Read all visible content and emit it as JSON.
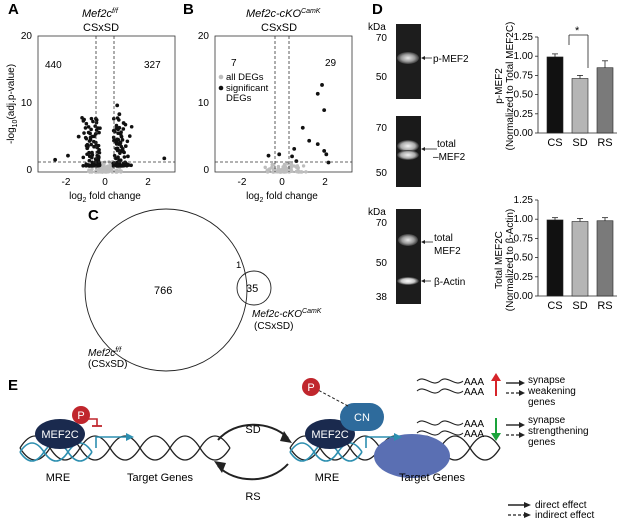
{
  "panels": {
    "A": "A",
    "B": "B",
    "C": "C",
    "D": "D",
    "E": "E"
  },
  "panelA": {
    "title_gene": "Mef2c",
    "title_sup": "f/f",
    "subtitle": "CSxSD",
    "count_left": "440",
    "count_right": "327",
    "ylabel_main": "-log",
    "ylabel_sub": "10",
    "ylabel_rest": "(adj.p-value)",
    "xlabel_main": "log",
    "xlabel_sub": "2",
    "xlabel_rest": " fold change",
    "yticks": [
      "20",
      "10",
      "0"
    ],
    "xticks": [
      "-2",
      "0",
      "2"
    ]
  },
  "panelB": {
    "title_gene": "Mef2c-cKO",
    "title_sup": "CamK",
    "subtitle": "CSxSD",
    "count_left": "7",
    "count_right": "29",
    "legend_all": "all DEGs",
    "legend_sig1": "significant",
    "legend_sig2": "DEGs",
    "yticks": [
      "20",
      "10",
      "0"
    ],
    "xticks": [
      "-2",
      "0",
      "2"
    ],
    "xlabel_main": "log",
    "xlabel_sub": "2",
    "xlabel_rest": " fold change"
  },
  "panelC": {
    "big_count": "766",
    "overlap_count": "1",
    "small_count": "35",
    "small_gene": "Mef2c-cKO",
    "small_sup": "CamK",
    "small_cond": "(CSxSD)",
    "big_gene": "Mef2c",
    "big_sup": "f/f",
    "big_cond": "(CSxSD)"
  },
  "panelD": {
    "kda": "kDa",
    "blot1_ticks": [
      "70",
      "50"
    ],
    "blot1_label": "p-MEF2",
    "blot2_ticks": [
      "70",
      "50"
    ],
    "blot2_label_1": "total",
    "blot2_label_2": "MEF2",
    "blot3_ticks": [
      "70",
      "50",
      "38"
    ],
    "blot3_label_1": "total",
    "blot3_label_2": "MEF2",
    "blot3_label_3": "β-Actin",
    "chart1_ylabel_1": "p-MEF2",
    "chart1_ylabel_2": "(Normalized to Total MEF2C)",
    "chart1_sig": "*",
    "chart2_ylabel_1": "Total MEF2C",
    "chart2_ylabel_2": "(Normalized to β-Actin)"
  },
  "panelE": {
    "mef2c": "MEF2C",
    "p": "P",
    "cn": "CN",
    "mre": "MRE",
    "target_genes": "Target Genes",
    "sd": "SD",
    "rs": "RS",
    "aaa": "AAA",
    "weak_1": "synapse",
    "weak_2": "weakening",
    "weak_3": "genes",
    "strong_1": "synapse",
    "strong_2": "strengthening",
    "strong_3": "genes",
    "legend_direct": "direct effect",
    "legend_indirect": "indirect effect"
  },
  "colors": {
    "sig_point": "#111111",
    "nonsig_point": "#bdbdbd",
    "bar_cs": "#111111",
    "bar_sd": "#b5b5b5",
    "bar_rs": "#7a7a7a",
    "mef2c": "#1a2a4e",
    "p_red": "#c0262d",
    "cn_blue": "#2e6b9c",
    "teal": "#2d8fb0",
    "polymerase": "#5a6fb3",
    "up_red": "#d6242a",
    "down_green": "#1aa33a"
  },
  "chart_data": [
    {
      "type": "bar",
      "categories": [
        "CS",
        "SD",
        "RS"
      ],
      "values": [
        0.99,
        0.71,
        0.85
      ],
      "errors": [
        0.04,
        0.04,
        0.09
      ],
      "ylabel": "p-MEF2 (Normalized to Total MEF2C)",
      "ylim": [
        0,
        1.25
      ],
      "yticks": [
        "0.00",
        "0.25",
        "0.50",
        "0.75",
        "1.00",
        "1.25"
      ]
    },
    {
      "type": "bar",
      "categories": [
        "CS",
        "SD",
        "RS"
      ],
      "values": [
        0.99,
        0.97,
        0.98
      ],
      "errors": [
        0.03,
        0.04,
        0.04
      ],
      "ylabel": "Total MEF2C (Normalized to β-Actin)",
      "ylim": [
        0,
        1.25
      ],
      "yticks": [
        "0.00",
        "0.25",
        "0.50",
        "0.75",
        "1.00",
        "1.25"
      ]
    },
    {
      "type": "scatter",
      "xlabel": "log2 fold change",
      "ylabel": "-log10(adj.p-value)",
      "xlim": [
        -3.2,
        3.2
      ],
      "ylim": [
        0,
        20
      ],
      "series": [
        {
          "name": "significant DEGs",
          "x": [
            -1.8,
            -2.4,
            -0.9,
            -1.3,
            0.6,
            0.7,
            0.9,
            1.0,
            0.5,
            2.7,
            0.8,
            0.6,
            -0.5,
            0.5
          ],
          "y": [
            2.4,
            1.8,
            3.5,
            5.2,
            6.5,
            5.2,
            3.8,
            2.3,
            9.8,
            2.0,
            7.2,
            8.5,
            5.6,
            4.8
          ]
        }
      ]
    },
    {
      "type": "scatter",
      "xlabel": "log2 fold change",
      "ylabel": "-log10(adj.p-value)",
      "xlim": [
        -3.2,
        3.2
      ],
      "ylim": [
        0,
        20
      ],
      "series": [
        {
          "name": "significant DEGs",
          "x": [
            1.8,
            1.6,
            1.9,
            0.9,
            1.2,
            1.6,
            0.5,
            1.9,
            -0.7,
            -0.2,
            0.4,
            0.6,
            2.0,
            2.1
          ],
          "y": [
            12.8,
            11.5,
            9.1,
            6.5,
            4.6,
            4.1,
            3.4,
            3.1,
            2.4,
            2.6,
            2.3,
            1.6,
            2.6,
            1.4
          ]
        }
      ]
    }
  ]
}
